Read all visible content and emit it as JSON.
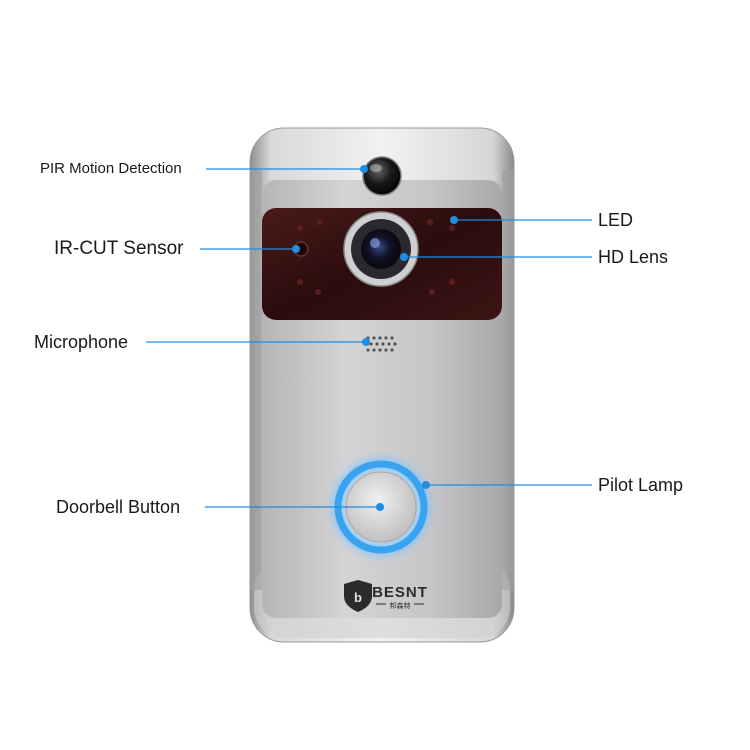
{
  "callouts": {
    "pir": "PIR Motion Detection",
    "ircut": "IR-CUT Sensor",
    "microphone": "Microphone",
    "doorbell": "Doorbell Button",
    "led": "LED",
    "hd_lens": "HD Lens",
    "pilot_lamp": "Pilot Lamp"
  },
  "brand": {
    "logo_text": "BESNT",
    "logo_subtext": "邦森特"
  },
  "colors": {
    "callout_line": "#1f8de0",
    "ring_glow": "#3aa3f0",
    "housing": "#c8c8ca",
    "ir_panel": "#3a1212"
  }
}
